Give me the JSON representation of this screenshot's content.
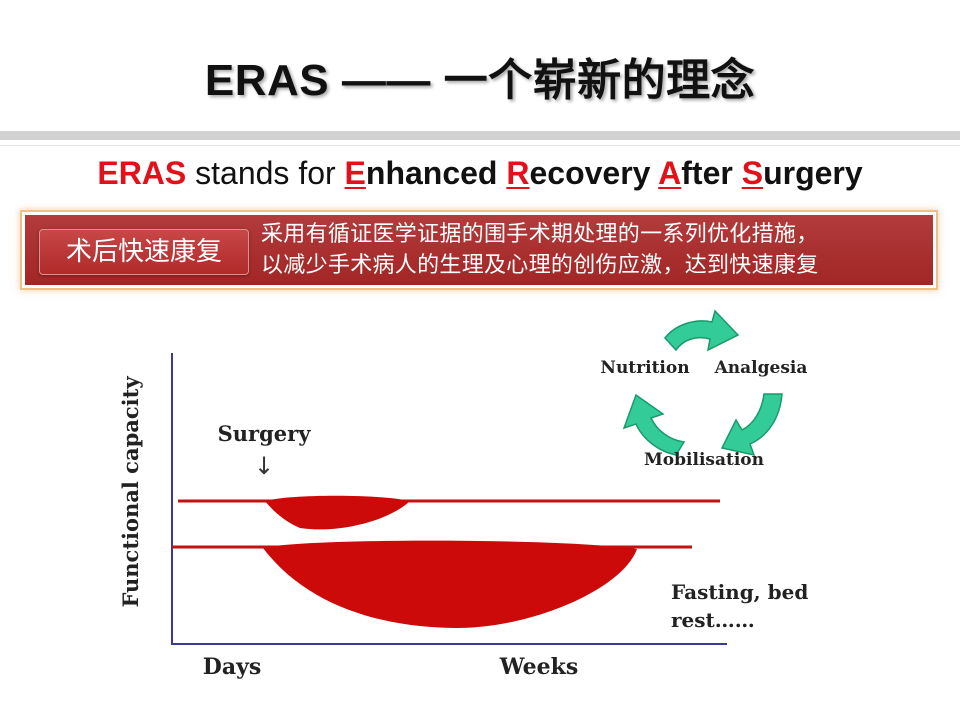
{
  "slide": {
    "title": "ERAS —— 一个崭新的理念",
    "subtitle": {
      "eras": "ERAS",
      "stands_for": " stands for ",
      "e": "E",
      "enhanced": "nhanced ",
      "r": "R",
      "recovery": "ecovery ",
      "a": "A",
      "after": "fter ",
      "s": "S",
      "surgery": "urgery"
    },
    "banner": {
      "tag": "术后快速康复",
      "line1": "采用有循证医学证据的围手术期处理的一系列优化措施，",
      "line2": "以减少手术病人的生理及心理的创伤应激，达到快速康复"
    }
  },
  "diagram": {
    "y_axis_label": "Functional capacity",
    "x_labels": [
      "Days",
      "Weeks"
    ],
    "surgery_label": "Surgery",
    "surgery_arrow": "↓",
    "fasting_line1": "Fasting, bed",
    "fasting_line2": "rest……",
    "cycle": {
      "nutrition": "Nutrition",
      "analgesia": "Analgesia",
      "mobilisation": "Mobilisation"
    },
    "colors": {
      "curve_fill": "#cc0a0a",
      "curve_line": "#c21212",
      "axis": "#3a3a9a",
      "arrow_fill": "#33cc99",
      "arrow_stroke": "#1a9a6a"
    }
  }
}
